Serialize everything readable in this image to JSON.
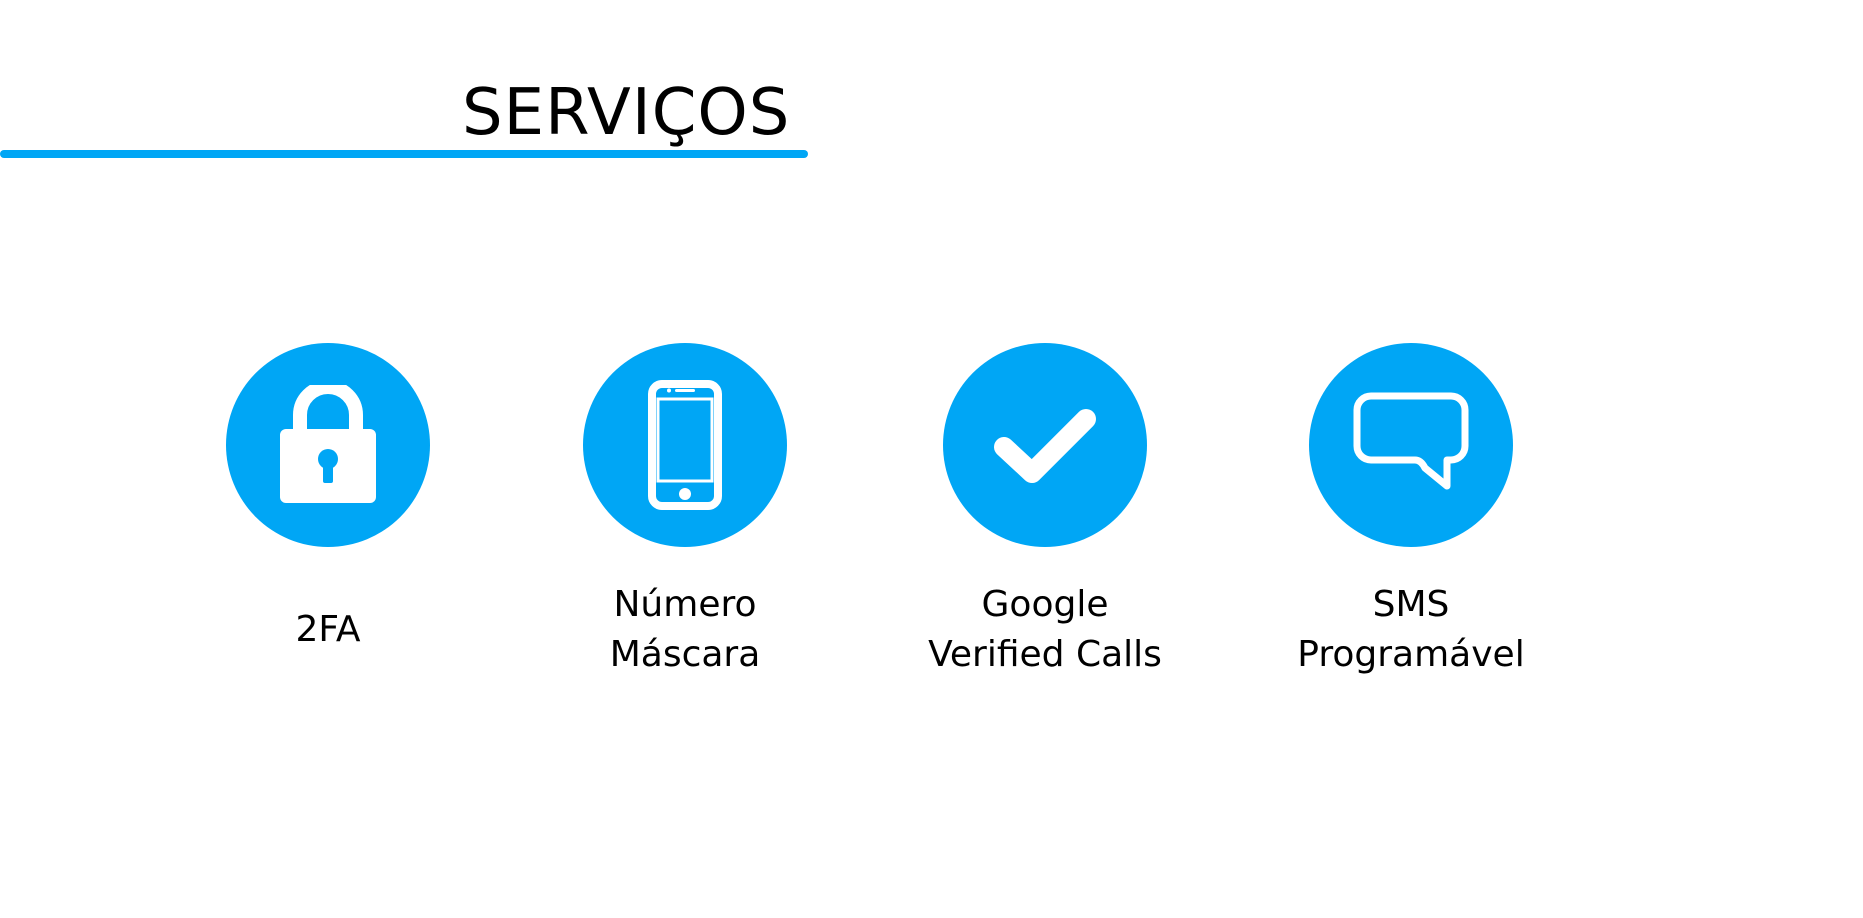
{
  "header": {
    "title": "SERVIÇOS"
  },
  "colors": {
    "accent": "#00a6f5",
    "text": "#000000",
    "background": "#ffffff"
  },
  "services": [
    {
      "icon": "lock-icon",
      "label_line1": "2FA",
      "label_line2": ""
    },
    {
      "icon": "smartphone-icon",
      "label_line1": "Número",
      "label_line2": "Máscara"
    },
    {
      "icon": "checkmark-icon",
      "label_line1": "Google",
      "label_line2": "Verified Calls"
    },
    {
      "icon": "chat-bubble-icon",
      "label_line1": "SMS",
      "label_line2": "Programável"
    }
  ]
}
